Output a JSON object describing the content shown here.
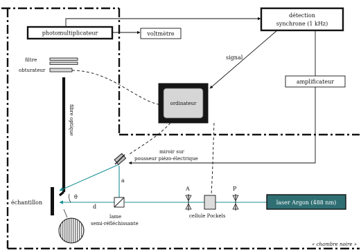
{
  "colors": {
    "laser_beam": "#1a8f96",
    "laser_box": "#2f6f73",
    "laser_text": "#ffffff",
    "ink": "#111111",
    "computer_frame": "#161616",
    "computer_screen": "#d6d6d6"
  },
  "labels": {
    "photomultiplier": "photomultiplicateur",
    "voltmeter": "voltmètre",
    "sync_detection_line1": "détection",
    "sync_detection_line2": "synchrone (1 kHz)",
    "signal": "signal",
    "amplifier": "amplificateur",
    "filter": "filtre",
    "shutter": "obturateur",
    "computer": "ordinateur",
    "optical_fiber": "fibre optique",
    "mirror_line1": "miroir sur",
    "mirror_line2": "pousseur piézo-électrique",
    "sample": "échantillon",
    "theta": "θ",
    "a": "a",
    "d": "d",
    "plate_line1": "lame",
    "plate_line2": "semi-réfléchissante",
    "polarizer_a": "A",
    "polarizer_p": "P",
    "pockels_cell": "cellule Pockels",
    "laser": "laser Argon (488 nm)",
    "darkroom": "« chambre noire »"
  },
  "icons": {
    "sample_pattern": "striped-disc-icon",
    "computer": "monitor-icon"
  }
}
